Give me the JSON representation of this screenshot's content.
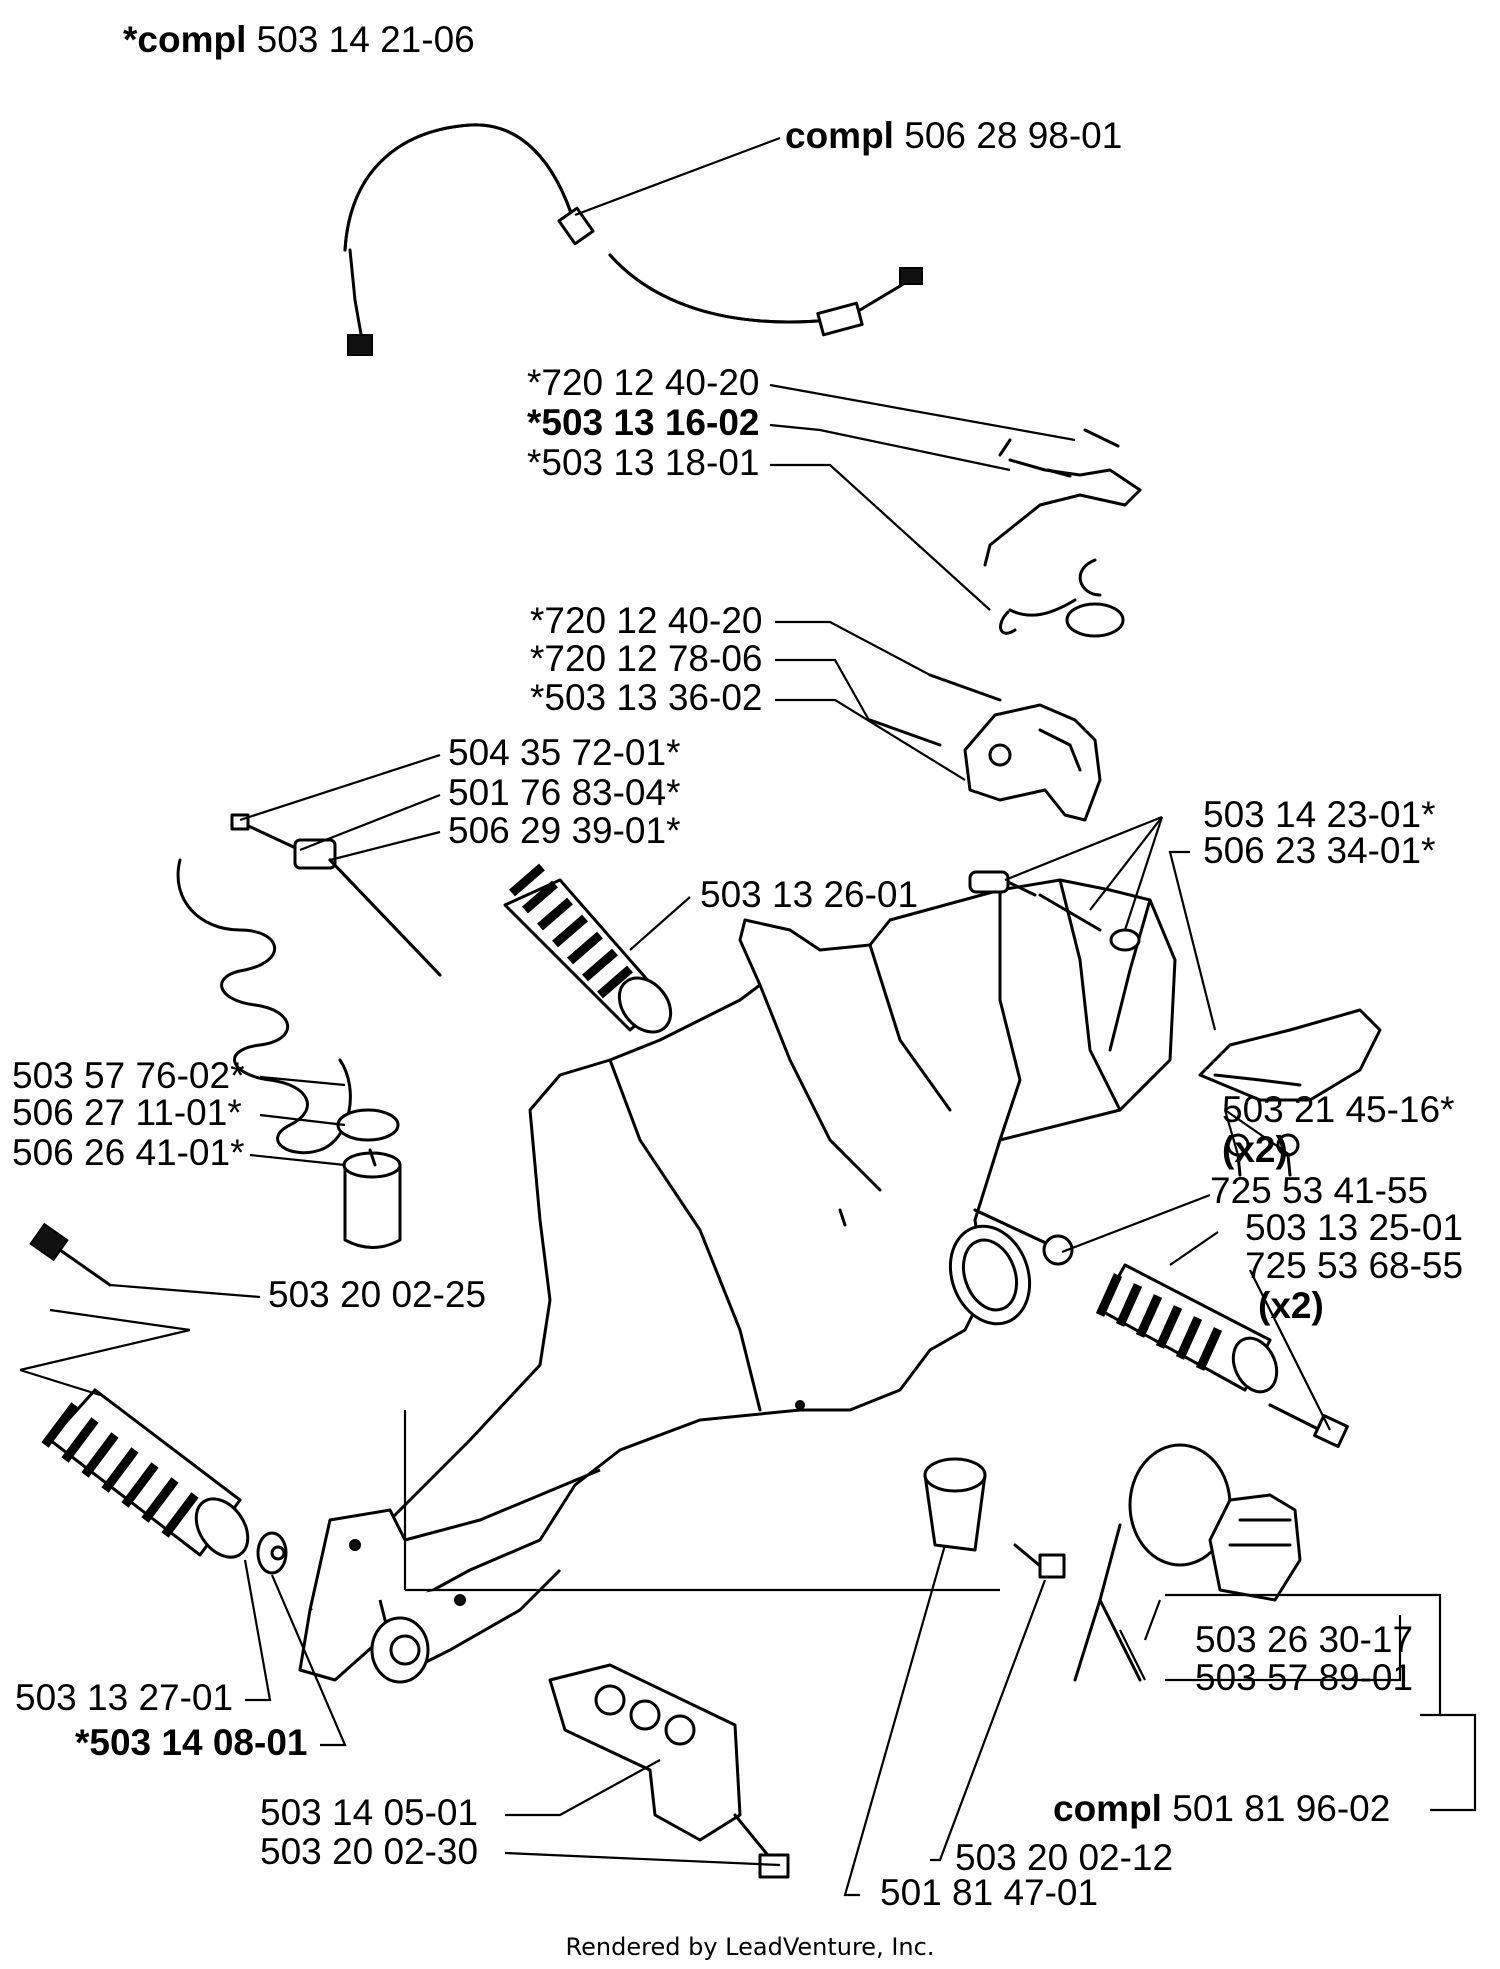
{
  "labels": {
    "top_kit": {
      "prefix": "*compl",
      "number": "503 14 21-06"
    },
    "cable": {
      "prefix": "compl",
      "number": "506 28 98-01"
    },
    "l_720_12_40_20_a": "*720 12 40-20",
    "l_503_13_16_02": "*503 13 16-02",
    "l_503_13_18_01": "*503 13 18-01",
    "l_720_12_40_20_b": "*720 12 40-20",
    "l_720_12_78_06": "*720 12 78-06",
    "l_503_13_36_02": "*503 13 36-02",
    "l_504_35_72_01": "504 35 72-01*",
    "l_501_76_83_04": "501 76 83-04*",
    "l_506_29_39_01": "506 29 39-01*",
    "l_503_13_26_01": "503 13 26-01",
    "l_503_14_23_01": "503 14 23-01*",
    "l_506_23_34_01": "506 23 34-01*",
    "l_503_57_76_02": "503 57 76-02*",
    "l_506_27_11_01": "506 27 11-01*",
    "l_506_26_41_01": "506 26 41-01*",
    "l_503_21_45_16": "503 21 45-16*",
    "l_x2_a": "(x2)",
    "l_725_53_41_55": "725 53 41-55",
    "l_503_13_25_01": "503 13 25-01",
    "l_725_53_68_55": "725 53 68-55",
    "l_x2_b": "(x2)",
    "l_503_20_02_25": "503 20 02-25",
    "l_503_26_30_17": "503 26 30-17",
    "l_503_57_89_01": "503 57 89-01",
    "l_503_13_27_01": "503 13 27-01",
    "l_503_14_08_01": "*503 14 08-01",
    "fuel_cap_kit": {
      "prefix": "compl",
      "number": "501 81 96-02"
    },
    "l_503_14_05_01": "503 14 05-01",
    "l_503_20_02_30": "503 20 02-30",
    "l_503_20_02_12": "503 20 02-12",
    "l_501_81_47_01": "501 81 47-01"
  },
  "footer": "Rendered by LeadVenture, Inc."
}
